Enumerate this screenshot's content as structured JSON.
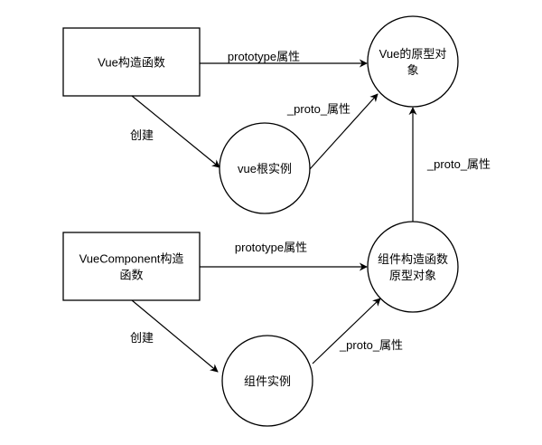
{
  "diagram": {
    "type": "flowchart",
    "nodes": [
      {
        "id": "vue_ctor",
        "shape": "rect",
        "lines": [
          "Vue构造函数"
        ]
      },
      {
        "id": "vue_proto",
        "shape": "circle",
        "lines": [
          "Vue的原型对",
          "象"
        ]
      },
      {
        "id": "vue_root",
        "shape": "circle",
        "lines": [
          "vue根实例"
        ]
      },
      {
        "id": "vc_ctor",
        "shape": "rect",
        "lines": [
          "VueComponent构造",
          "函数"
        ]
      },
      {
        "id": "vc_proto",
        "shape": "circle",
        "lines": [
          "组件构造函数",
          "原型对象"
        ]
      },
      {
        "id": "vc_inst",
        "shape": "circle",
        "lines": [
          "组件实例"
        ]
      }
    ],
    "edges": [
      {
        "id": "e1",
        "from": "vue_ctor",
        "to": "vue_proto",
        "label": "prototype属性"
      },
      {
        "id": "e2",
        "from": "vue_ctor",
        "to": "vue_root",
        "label": "创建"
      },
      {
        "id": "e3",
        "from": "vue_root",
        "to": "vue_proto",
        "label": "_proto_属性"
      },
      {
        "id": "e4",
        "from": "vc_proto",
        "to": "vue_proto",
        "label": "_proto_属性"
      },
      {
        "id": "e5",
        "from": "vc_ctor",
        "to": "vc_proto",
        "label": "prototype属性"
      },
      {
        "id": "e6",
        "from": "vc_ctor",
        "to": "vc_inst",
        "label": "创建"
      },
      {
        "id": "e7",
        "from": "vc_inst",
        "to": "vc_proto",
        "label": "_proto_属性"
      }
    ]
  }
}
